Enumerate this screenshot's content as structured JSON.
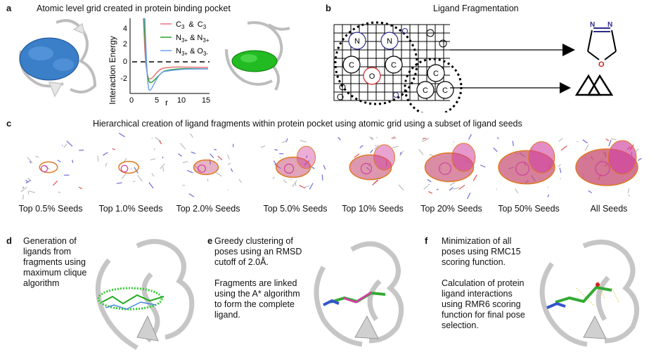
{
  "panel_a": {
    "label": "a",
    "title": "Atomic level grid created in protein binding pocket",
    "plot": {
      "ylabel": "Interaction Energy",
      "xlabel": "r",
      "xticks": [
        "0",
        "5",
        "10",
        "15"
      ],
      "yticks": [
        "4",
        "2",
        "0",
        "-2"
      ],
      "legend": [
        {
          "sym1": "C",
          "sub1": "3",
          "sym2": "C",
          "sub2": "3",
          "color": "#e8737a"
        },
        {
          "sym1": "N",
          "sub1": "3+",
          "sym2": "N",
          "sub2": "3+",
          "color": "#2ca02c"
        },
        {
          "sym1": "N",
          "sub1": "3+",
          "sym2": "O",
          "sub2": "3-",
          "color": "#6fa0f0"
        }
      ],
      "amp": "&"
    }
  },
  "panel_b": {
    "label": "b",
    "title": "Ligand Fragmentation",
    "atoms": {
      "n1": "N",
      "n2": "N",
      "c1": "C",
      "c2": "C",
      "o": "O",
      "c3": "C",
      "c4": "C",
      "c5": "C"
    }
  },
  "panel_c": {
    "label": "c",
    "title": "Hierarchical creation of ligand fragments within protein pocket using atomic grid using a subset of ligand seeds",
    "seeds": [
      "Top 0.5% Seeds",
      "Top 1.0% Seeds",
      "Top 2.0% Seeds",
      "Top 5.0% Seeds",
      "Top 10% Seeds",
      "Top 20% Seeds",
      "Top 50% Seeds",
      "All Seeds"
    ]
  },
  "panel_d": {
    "label": "d",
    "lines": [
      "Generation of",
      "ligands from",
      "fragments using",
      "maximum clique",
      "algorithm"
    ]
  },
  "panel_e": {
    "label": "e",
    "lines": [
      "Greedy clustering of",
      "poses using an RMSD",
      "cutoff of 2.0Å.",
      "",
      "Fragments are linked",
      "using the A* algorithm",
      "to form the complete",
      "ligand."
    ]
  },
  "panel_f": {
    "label": "f",
    "lines": [
      "Minimization of all",
      "poses using RMC15",
      "scoring function.",
      "",
      "Calculation of protein",
      "ligand interactions",
      "using RMR6 scoring",
      "function for final pose",
      "selection."
    ]
  },
  "colors": {
    "blue_surface": "#3a7fc8",
    "green_surface": "#22bb22",
    "fragment_orange": "#e07820",
    "fragment_magenta": "#d040a0",
    "navy": "#23237a"
  }
}
